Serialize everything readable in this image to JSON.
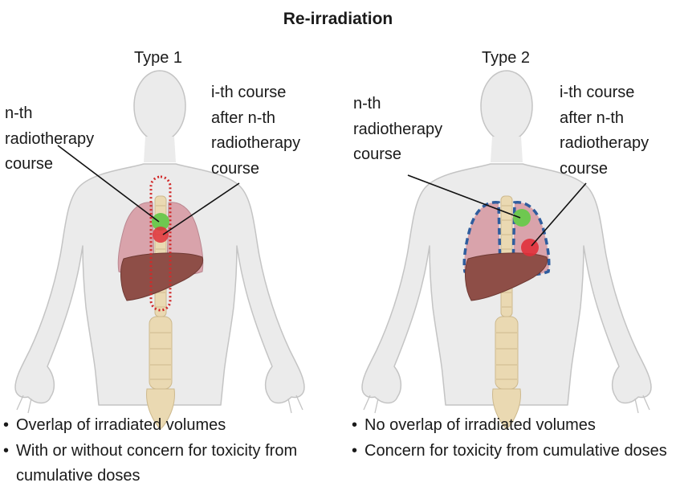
{
  "title": "Re-irradiation",
  "panels": [
    {
      "title": "Type 1",
      "label_nth": "n-th\nradiotherapy\ncourse",
      "label_ith": "i-th course\nafter n-th\nradiotherapy\ncourse",
      "bullets": [
        "Overlap of irradiated volumes",
        "With or without concern for toxicity from cumulative doses"
      ]
    },
    {
      "title": "Type 2",
      "label_nth": "n-th\nradiotherapy\ncourse",
      "label_ith": "i-th course\nafter n-th\nradiotherapy\ncourse",
      "bullets": [
        "No overlap of irradiated volumes",
        "Concern for toxicity from cumulative doses"
      ]
    }
  ],
  "colors": {
    "body_fill": "#ebebeb",
    "body_stroke": "#c4c4c4",
    "lung": "#d9a3ab",
    "lung_stroke": "#b98790",
    "liver": "#8e4e47",
    "spine": "#ead9b2",
    "target_green": "#6ec850",
    "target_red": "#e0303a",
    "outline_red": "#d12a2a",
    "outline_blue": "#2f5d9e"
  }
}
